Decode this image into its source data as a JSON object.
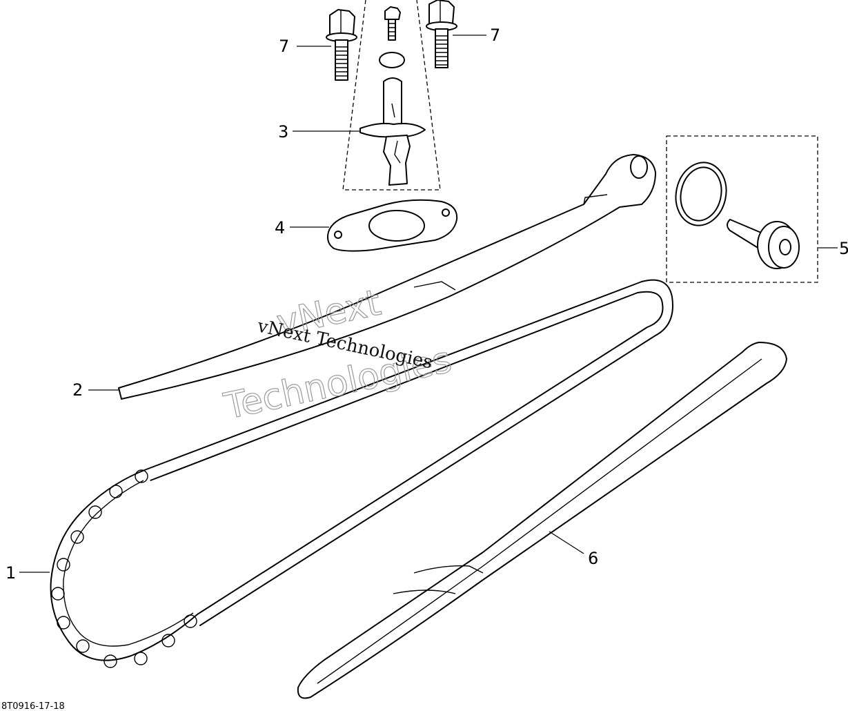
{
  "callouts": {
    "c1": "1",
    "c2": "2",
    "c3": "3",
    "c4": "4",
    "c5": "5",
    "c6": "6",
    "c7a": "7",
    "c7b": "7"
  },
  "watermark": {
    "line_dark": "vNext Technologies",
    "outline_top": "vNext",
    "outline_bottom": "Technologies"
  },
  "figure_code": "8T0916-17-18"
}
